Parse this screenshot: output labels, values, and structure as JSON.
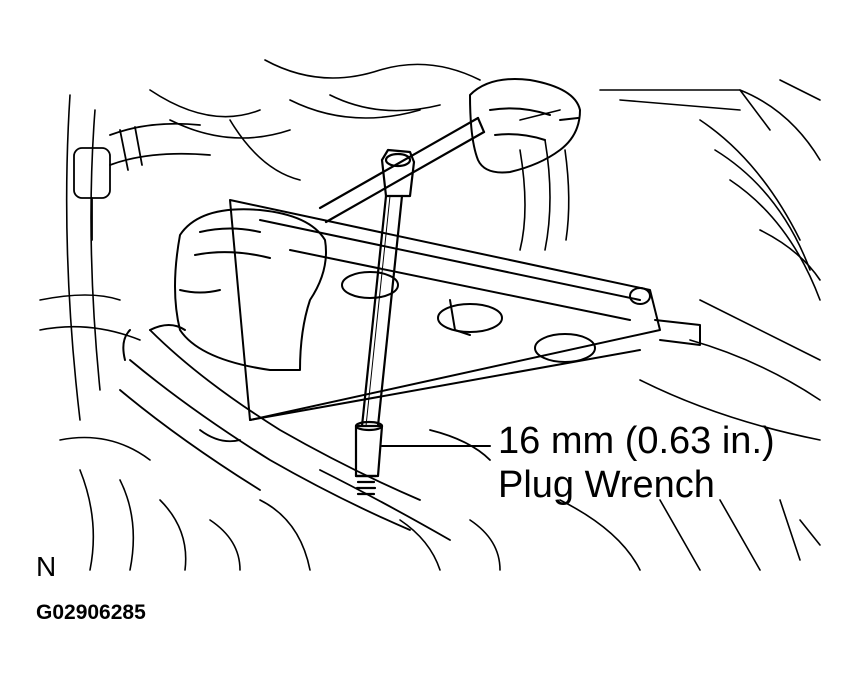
{
  "callout": {
    "size": "16 mm (0.63 in.)",
    "name": "Plug Wrench"
  },
  "view_letter": "N",
  "figure_code": "G02906285",
  "colors": {
    "line": "#000000",
    "background": "#ffffff"
  }
}
